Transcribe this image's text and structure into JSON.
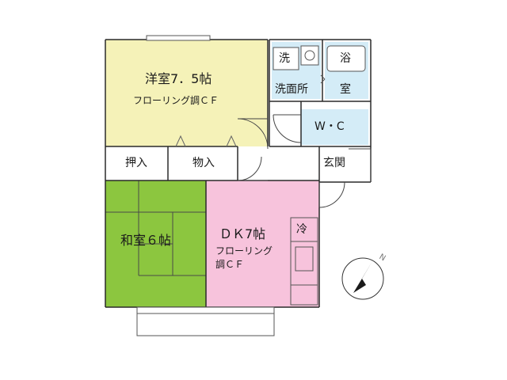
{
  "rooms": {
    "western": {
      "name": "洋室7．5帖",
      "floor": "フローリング調ＣＦ",
      "color": "#f5f2b8"
    },
    "japanese": {
      "name": "和室６帖",
      "color": "#8cc63f"
    },
    "dk": {
      "name": "ＤＫ7帖",
      "floor_line1": "フローリング",
      "floor_line2": "調ＣＦ",
      "color": "#f7c3dc"
    },
    "wet_area_color": "#d4ecf7"
  },
  "fixtures": {
    "washer": "洗",
    "washroom": "洗面所",
    "bath_top": "浴",
    "bath_bottom": "室",
    "wc": "W・C",
    "entrance": "玄関",
    "closet": "押入",
    "storage": "物入",
    "fridge": "冷"
  },
  "compass": {
    "label": "N"
  }
}
